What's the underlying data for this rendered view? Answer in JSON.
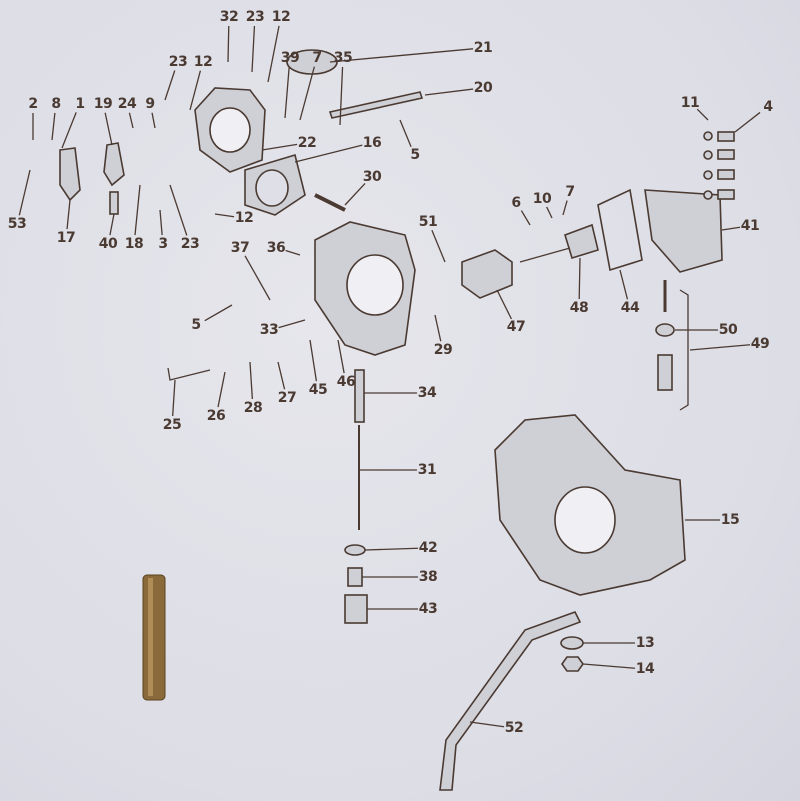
{
  "diagram": {
    "labels": [
      "32",
      "23",
      "12",
      "23",
      "12",
      "39",
      "7",
      "35",
      "21",
      "20",
      "2",
      "8",
      "1",
      "19",
      "24",
      "9",
      "22",
      "16",
      "5",
      "11",
      "4",
      "30",
      "6",
      "10",
      "7",
      "41",
      "53",
      "17",
      "40",
      "18",
      "3",
      "23",
      "12",
      "37",
      "36",
      "51",
      "5",
      "33",
      "29",
      "47",
      "48",
      "44",
      "50",
      "49",
      "26",
      "28",
      "27",
      "45",
      "46",
      "34",
      "25",
      "31",
      "15",
      "42",
      "38",
      "43",
      "13",
      "14",
      "52"
    ]
  },
  "colors": {
    "ink": "#4a3a32",
    "paper": "#dfe0e7",
    "brass": "#8a6a3a"
  }
}
